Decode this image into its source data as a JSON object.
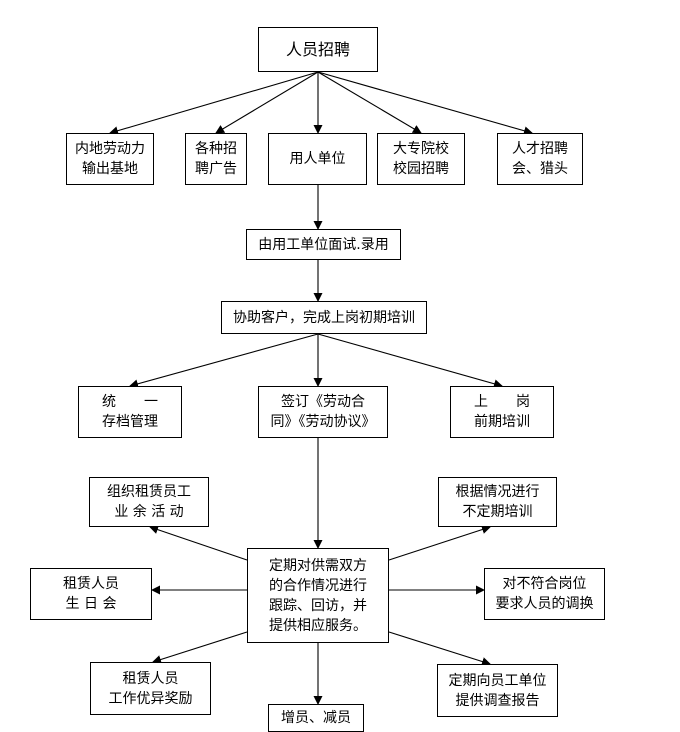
{
  "diagram": {
    "nodes": {
      "recruit": [
        "人员招聘"
      ],
      "src_migrant": [
        "内地劳动力",
        "输出基地"
      ],
      "src_ads": [
        "各种招",
        "聘广告"
      ],
      "src_employer": [
        "用人单位"
      ],
      "src_college": [
        "大专院校",
        "校园招聘"
      ],
      "src_fair": [
        "人才招聘",
        "会、猎头"
      ],
      "interview": [
        "由用工单位面试.录用"
      ],
      "training": [
        "协助客户，完成上岗初期培训"
      ],
      "archive": [
        "统　　一",
        "存档管理"
      ],
      "contract": [
        "签订《劳动合",
        "同》《劳动协议》"
      ],
      "pre_job": [
        "上　　岗",
        "前期培训"
      ],
      "followup": [
        "定期对供需双方",
        "的合作情况进行",
        "跟踪、回访，并",
        "提供相应服务。"
      ],
      "activities": [
        "组织租赁员工",
        "业 余 活 动"
      ],
      "adhoc_training": [
        "根据情况进行",
        "不定期培训"
      ],
      "birthday": [
        "租赁人员",
        "生 日 会"
      ],
      "transfer": [
        "对不符合岗位",
        "要求人员的调换"
      ],
      "award": [
        "租赁人员",
        "工作优异奖励"
      ],
      "report": [
        "定期向员工单位",
        "提供调查报告"
      ],
      "headcount": [
        "增员、减员"
      ]
    }
  }
}
